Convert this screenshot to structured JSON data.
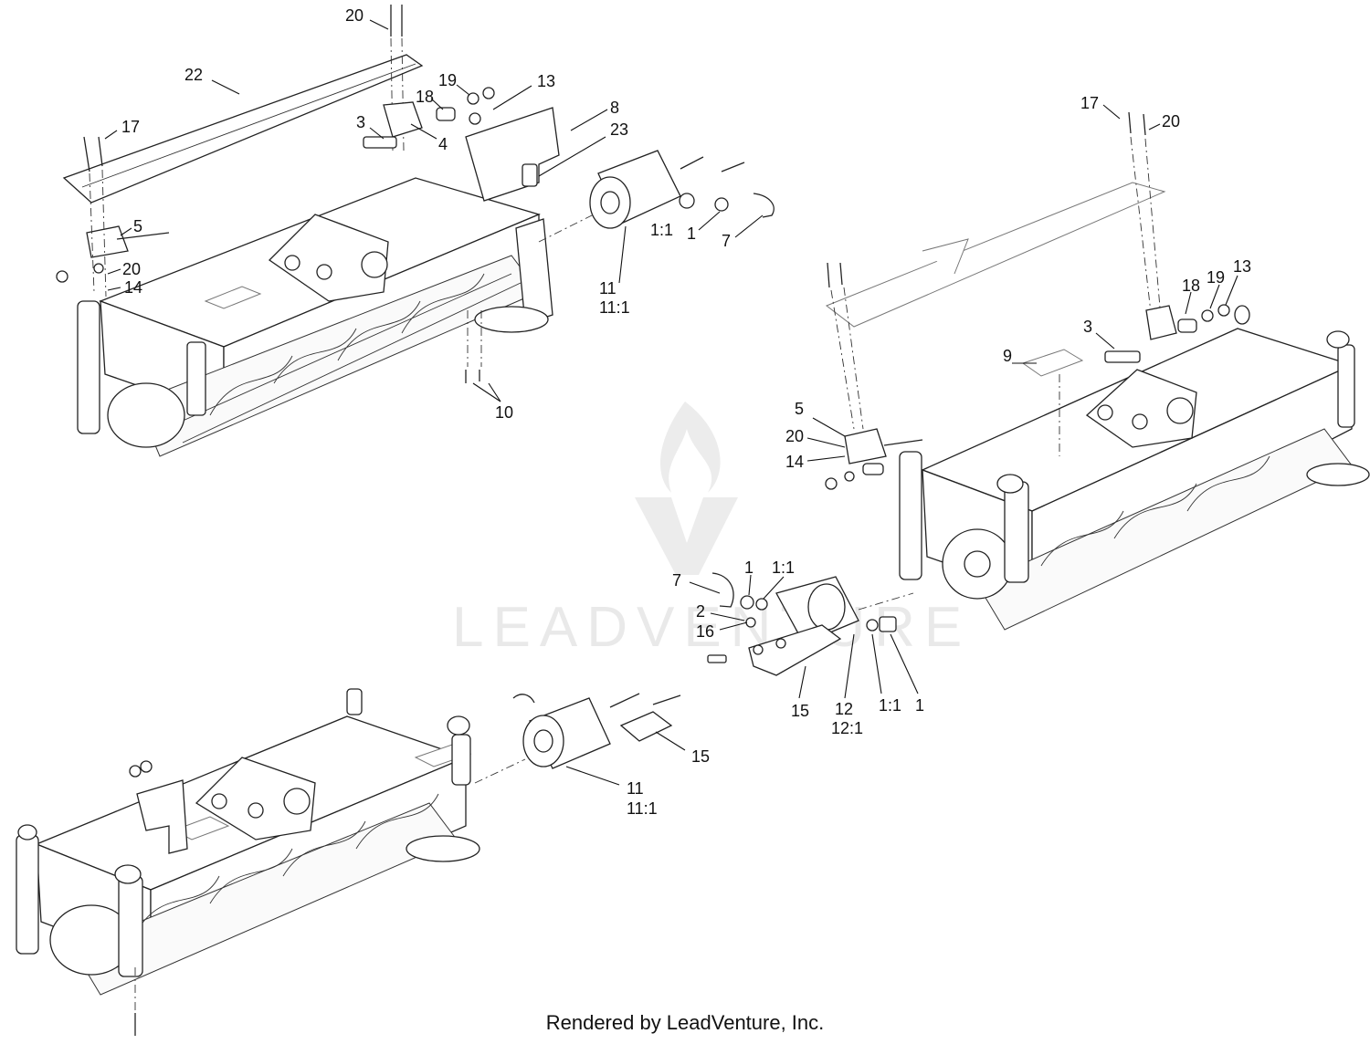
{
  "watermark": {
    "text": "LEADVENTURE"
  },
  "footer": {
    "text": "Rendered by LeadVenture, Inc."
  },
  "callouts": [
    {
      "id": "c-20a",
      "text": "20"
    },
    {
      "id": "c-22",
      "text": "22"
    },
    {
      "id": "c-19a",
      "text": "19"
    },
    {
      "id": "c-13a",
      "text": "13"
    },
    {
      "id": "c-18a",
      "text": "18"
    },
    {
      "id": "c-17a",
      "text": "17"
    },
    {
      "id": "c-3a",
      "text": "3"
    },
    {
      "id": "c-4",
      "text": "4"
    },
    {
      "id": "c-8",
      "text": "8"
    },
    {
      "id": "c-23",
      "text": "23"
    },
    {
      "id": "c-5a",
      "text": "5"
    },
    {
      "id": "c-20b",
      "text": "20"
    },
    {
      "id": "c-14a",
      "text": "14"
    },
    {
      "id": "c-11a1",
      "text": "1:1"
    },
    {
      "id": "c-1a",
      "text": "1"
    },
    {
      "id": "c-7a",
      "text": "7"
    },
    {
      "id": "c-11a",
      "text": "11"
    },
    {
      "id": "c-11a2",
      "text": "11:1"
    },
    {
      "id": "c-10",
      "text": "10"
    },
    {
      "id": "c-17b",
      "text": "17"
    },
    {
      "id": "c-20c",
      "text": "20"
    },
    {
      "id": "c-18b",
      "text": "18"
    },
    {
      "id": "c-19b",
      "text": "19"
    },
    {
      "id": "c-13b",
      "text": "13"
    },
    {
      "id": "c-3b",
      "text": "3"
    },
    {
      "id": "c-9",
      "text": "9"
    },
    {
      "id": "c-5b",
      "text": "5"
    },
    {
      "id": "c-20d",
      "text": "20"
    },
    {
      "id": "c-14b",
      "text": "14"
    },
    {
      "id": "c-1b",
      "text": "1"
    },
    {
      "id": "c-11b1",
      "text": "1:1"
    },
    {
      "id": "c-7b",
      "text": "7"
    },
    {
      "id": "c-2",
      "text": "2"
    },
    {
      "id": "c-16",
      "text": "16"
    },
    {
      "id": "c-15a",
      "text": "15"
    },
    {
      "id": "c-12",
      "text": "12"
    },
    {
      "id": "c-12r",
      "text": "12:1"
    },
    {
      "id": "c-11c1",
      "text": "1:1"
    },
    {
      "id": "c-1c",
      "text": "1"
    },
    {
      "id": "c-15b",
      "text": "15"
    },
    {
      "id": "c-11b",
      "text": "11"
    },
    {
      "id": "c-11b2",
      "text": "11:1"
    }
  ]
}
